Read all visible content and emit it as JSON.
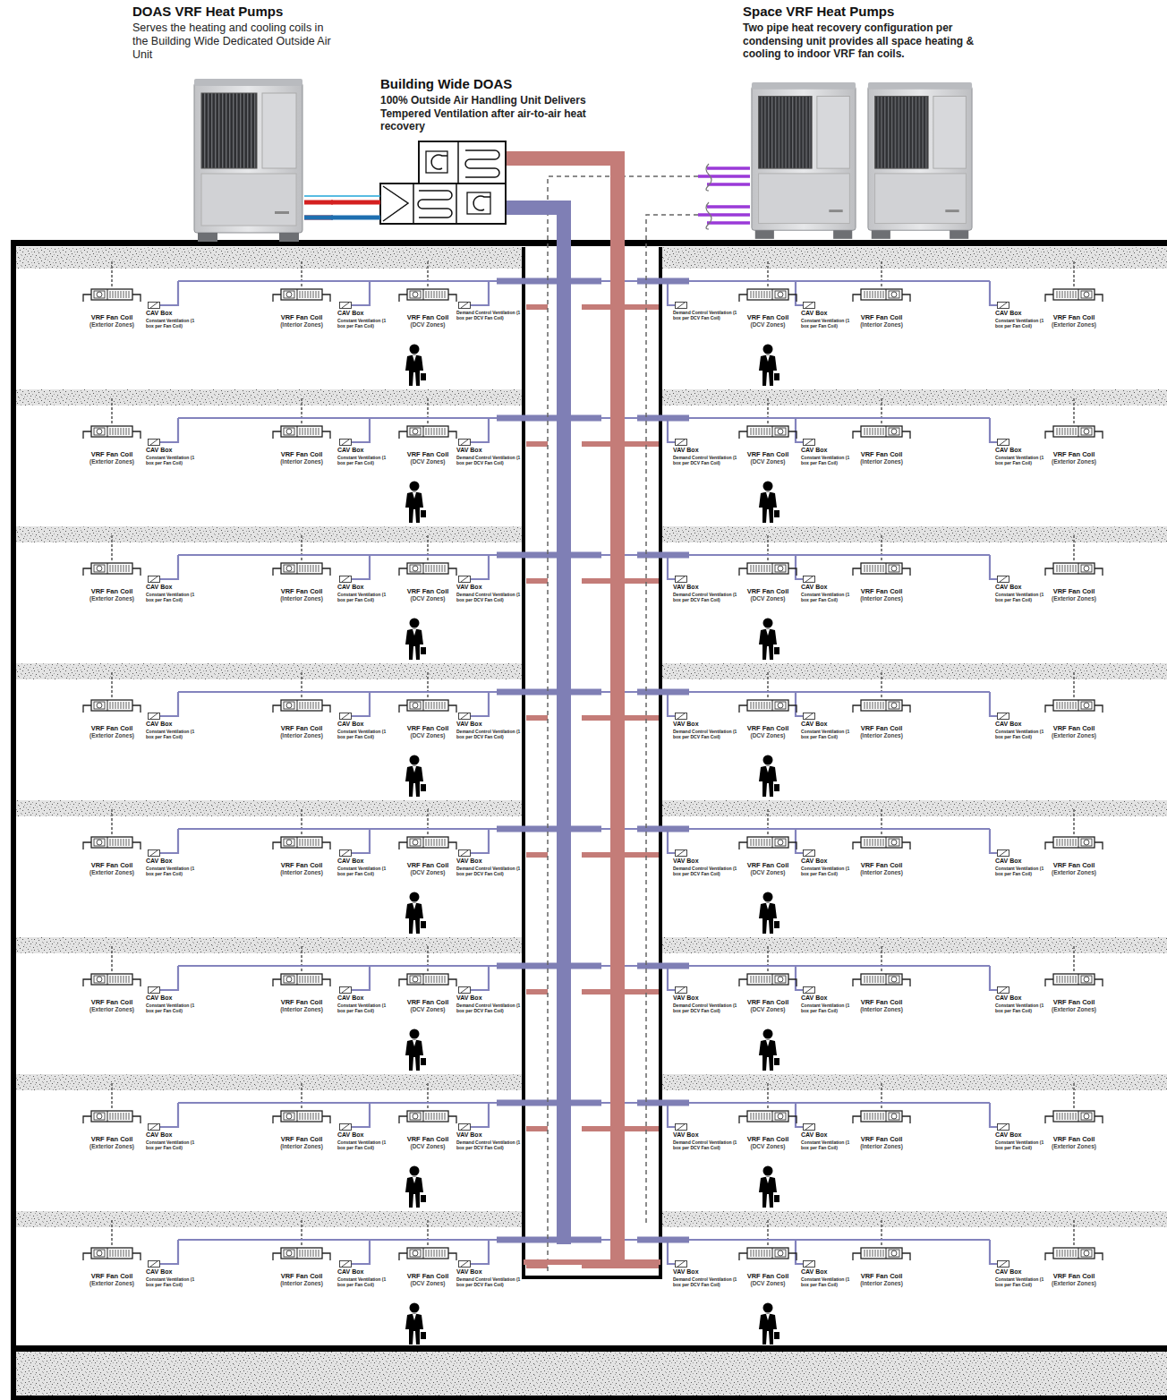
{
  "diagram": {
    "nodes": [
      {
        "text": [
          "DOAS VRF Heat Pumps",
          "Serves the heating and cooling coils in the Building Wide Dedicated Outside Air Unit"
        ]
      },
      {
        "text": [
          "Building Wide DOAS",
          "100% Outside Air Handling Unit Delivers Tempered Ventilation after air-to-air heat recovery"
        ]
      },
      {
        "text": [
          "Space VRF Heat Pumps",
          "Two pipe heat recovery configuration per condensing unit provides all space heating & cooling to indoor VRF fan coils."
        ]
      },
      {
        "text": [
          "VRF Fan Coil",
          "(Exterior Zones)"
        ]
      },
      {
        "text": [
          "CAV Box",
          "Constant Ventilation (1 box per Fan Coil)"
        ]
      },
      {
        "text": [
          "VRF Fan Coil",
          "(Interior Zones)"
        ]
      },
      {
        "text": [
          "CAV Box",
          "Constant Ventilation (1 box per Fan Coil)"
        ]
      },
      {
        "text": [
          "VRF Fan Coil",
          "(DCV Zones)"
        ]
      },
      {
        "text": [
          "Demand Control Ventilation (1 box per DCV Fan Coil)"
        ]
      },
      {
        "text": [
          "Demand Control Ventilation (1 box per DCV Fan Coil)"
        ]
      },
      {
        "text": [
          "VRF Fan Coil",
          "(DCV Zones)"
        ]
      },
      {
        "text": [
          "CAV Box",
          "Constant Ventilation (1 box per Fan Coil)"
        ]
      },
      {
        "text": [
          "VRF Fan Coil",
          "(Interior Zones)"
        ]
      },
      {
        "text": [
          "CAV Box",
          "Constant Ventilation (1 box per Fan Coil)"
        ]
      },
      {
        "text": [
          "VRF Fan Coil",
          "(Exterior Zones)"
        ]
      },
      {
        "text": [
          "VRF Fan Coil",
          "(Exterior Zones)"
        ]
      },
      {
        "text": [
          "CAV Box",
          "Constant Ventilation (1 box per Fan Coil)"
        ]
      },
      {
        "text": [
          "VRF Fan Coil",
          "(Interior Zones)"
        ]
      },
      {
        "text": [
          "CAV Box",
          "Constant Ventilation (1 box per Fan Coil)"
        ]
      },
      {
        "text": [
          "VRF Fan Coil",
          "(DCV Zones)"
        ]
      },
      {
        "text": [
          "VAV Box",
          "Demand Control Ventilation (1 box per DCV Fan Coil)"
        ]
      },
      {
        "text": [
          "VAV Box",
          "Demand Control Ventilation (1 box per DCV Fan Coil)"
        ]
      },
      {
        "text": [
          "VRF Fan Coil",
          "(DCV Zones)"
        ]
      },
      {
        "text": [
          "CAV Box",
          "Constant Ventilation (1 box per Fan Coil)"
        ]
      },
      {
        "text": [
          "VRF Fan Coil",
          "(Interior Zones)"
        ]
      },
      {
        "text": [
          "CAV Box",
          "Constant Ventilation (1 box per Fan Coil)"
        ]
      },
      {
        "text": [
          "VRF Fan Coil",
          "(Exterior Zones)"
        ]
      },
      {
        "text": [
          "VRF Fan Coil",
          "(Exterior Zones)"
        ]
      },
      {
        "text": [
          "CAV Box",
          "Constant Ventilation (1 box per Fan Coil)"
        ]
      },
      {
        "text": [
          "VRF Fan Coil",
          "(Interior Zones)"
        ]
      },
      {
        "text": [
          "CAV Box",
          "Constant Ventilation (1 box per Fan Coil)"
        ]
      },
      {
        "text": [
          "VRF Fan Coil",
          "(DCV Zones)"
        ]
      },
      {
        "text": [
          "VAV Box",
          "Demand Control Ventilation (1 box per DCV Fan Coil)"
        ]
      },
      {
        "text": [
          "VAV Box",
          "Demand Control Ventilation (1 box per DCV Fan Coil)"
        ]
      },
      {
        "text": [
          "VRF Fan Coil",
          "(DCV Zones)"
        ]
      },
      {
        "text": [
          "CAV Box",
          "Constant Ventilation (1 box per Fan Coil)"
        ]
      },
      {
        "text": [
          "VRF Fan Coil",
          "(Interior Zones)"
        ]
      },
      {
        "text": [
          "CAV Box",
          "Constant Ventilation (1 box per Fan Coil)"
        ]
      },
      {
        "text": [
          "VRF Fan Coil",
          "(Exterior Zones)"
        ]
      },
      {
        "text": [
          "VRF Fan Coil",
          "(Exterior Zones)"
        ]
      },
      {
        "text": [
          "CAV Box",
          "Constant Ventilation (1 box per Fan Coil)"
        ]
      },
      {
        "text": [
          "VRF Fan Coil",
          "(Interior Zones)"
        ]
      },
      {
        "text": [
          "CAV Box",
          "Constant Ventilation (1 box per Fan Coil)"
        ]
      },
      {
        "text": [
          "VRF Fan Coil",
          "(DCV Zones)"
        ]
      },
      {
        "text": [
          "VAV Box",
          "Demand Control Ventilation (1 box per DCV Fan Coil)"
        ]
      },
      {
        "text": [
          "VAV Box",
          "Demand Control Ventilation (1 box per DCV Fan Coil)"
        ]
      },
      {
        "text": [
          "VRF Fan Coil",
          "(DCV Zones)"
        ]
      },
      {
        "text": [
          "CAV Box",
          "Constant Ventilation (1 box per Fan Coil)"
        ]
      },
      {
        "text": [
          "VRF Fan Coil",
          "(Interior Zones)"
        ]
      },
      {
        "text": [
          "CAV Box",
          "Constant Ventilation (1 box per Fan Coil)"
        ]
      },
      {
        "text": [
          "VRF Fan Coil",
          "(Exterior Zones)"
        ]
      },
      {
        "text": [
          "VRF Fan Coil",
          "(Exterior Zones)"
        ]
      },
      {
        "text": [
          "CAV Box",
          "Constant Ventilation (1 box per Fan Coil)"
        ]
      },
      {
        "text": [
          "VRF Fan Coil",
          "(Interior Zones)"
        ]
      },
      {
        "text": [
          "CAV Box",
          "Constant Ventilation (1 box per Fan Coil)"
        ]
      },
      {
        "text": [
          "VRF Fan Coil",
          "(DCV Zones)"
        ]
      },
      {
        "text": [
          "VAV Box",
          "Demand Control Ventilation (1 box per DCV Fan Coil)"
        ]
      },
      {
        "text": [
          "VAV Box",
          "Demand Control Ventilation (1 box per DCV Fan Coil)"
        ]
      },
      {
        "text": [
          "VRF Fan Coil",
          "(DCV Zones)"
        ]
      },
      {
        "text": [
          "CAV Box",
          "Constant Ventilation (1 box per Fan Coil)"
        ]
      },
      {
        "text": [
          "VRF Fan Coil",
          "(Interior Zones)"
        ]
      },
      {
        "text": [
          "CAV Box",
          "Constant Ventilation (1 box per Fan Coil)"
        ]
      },
      {
        "text": [
          "VRF Fan Coil",
          "(Exterior Zones)"
        ]
      },
      {
        "text": [
          "VRF Fan Coil",
          "(Exterior Zones)"
        ]
      },
      {
        "text": [
          "CAV Box",
          "Constant Ventilation (1 box per Fan Coil)"
        ]
      },
      {
        "text": [
          "VRF Fan Coil",
          "(Interior Zones)"
        ]
      },
      {
        "text": [
          "CAV Box",
          "Constant Ventilation (1 box per Fan Coil)"
        ]
      },
      {
        "text": [
          "VRF Fan Coil",
          "(DCV Zones)"
        ]
      },
      {
        "text": [
          "VAV Box",
          "Demand Control Ventilation (1 box per DCV Fan Coil)"
        ]
      },
      {
        "text": [
          "VAV Box",
          "Demand Control Ventilation (1 box per DCV Fan Coil)"
        ]
      },
      {
        "text": [
          "VRF Fan Coil",
          "(DCV Zones)"
        ]
      },
      {
        "text": [
          "CAV Box",
          "Constant Ventilation (1 box per Fan Coil)"
        ]
      },
      {
        "text": [
          "VRF Fan Coil",
          "(Interior Zones)"
        ]
      },
      {
        "text": [
          "CAV Box",
          "Constant Ventilation (1 box per Fan Coil)"
        ]
      },
      {
        "text": [
          "VRF Fan Coil",
          "(Exterior Zones)"
        ]
      },
      {
        "text": [
          "VRF Fan Coil",
          "(Exterior Zones)"
        ]
      },
      {
        "text": [
          "CAV Box",
          "Constant Ventilation (1 box per Fan Coil)"
        ]
      },
      {
        "text": [
          "VRF Fan Coil",
          "(Interior Zones)"
        ]
      },
      {
        "text": [
          "CAV Box",
          "Constant Ventilation (1 box per Fan Coil)"
        ]
      },
      {
        "text": [
          "VRF Fan Coil",
          "(DCV Zones)"
        ]
      },
      {
        "text": [
          "VAV Box",
          "Demand Control Ventilation (1 box per DCV Fan Coil)"
        ]
      },
      {
        "text": [
          "VAV Box",
          "Demand Control Ventilation (1 box per DCV Fan Coil)"
        ]
      },
      {
        "text": [
          "VRF Fan Coil",
          "(DCV Zones)"
        ]
      },
      {
        "text": [
          "CAV Box",
          "Constant Ventilation (1 box per Fan Coil)"
        ]
      },
      {
        "text": [
          "VRF Fan Coil",
          "(Interior Zones)"
        ]
      },
      {
        "text": [
          "CAV Box",
          "Constant Ventilation (1 box per Fan Coil)"
        ]
      },
      {
        "text": [
          "VRF Fan Coil",
          "(Exterior Zones)"
        ]
      },
      {
        "text": [
          "VRF Fan Coil",
          "(Exterior Zones)"
        ]
      },
      {
        "text": [
          "CAV Box",
          "Constant Ventilation (1 box per Fan Coil)"
        ]
      },
      {
        "text": [
          "VRF Fan Coil",
          "(Interior Zones)"
        ]
      },
      {
        "text": [
          "CAV Box",
          "Constant Ventilation (1 box per Fan Coil)"
        ]
      },
      {
        "text": [
          "VRF Fan Coil",
          "(DCV Zones)"
        ]
      },
      {
        "text": [
          "VAV Box",
          "Demand Control Ventilation (1 box per DCV Fan Coil)"
        ]
      },
      {
        "text": [
          "VAV Box",
          "Demand Control Ventilation (1 box per DCV Fan Coil)"
        ]
      },
      {
        "text": [
          "VRF Fan Coil",
          "(DCV Zones)"
        ]
      },
      {
        "text": [
          "CAV Box",
          "Constant Ventilation (1 box per Fan Coil)"
        ]
      },
      {
        "text": [
          "VRF Fan Coil",
          "(Interior Zones)"
        ]
      },
      {
        "text": [
          "CAV Box",
          "Constant Ventilation (1 box per Fan Coil)"
        ]
      },
      {
        "text": [
          "VRF Fan Coil",
          "(Exterior Zones)"
        ]
      }
    ],
    "edges": [
      {
        "from": 0,
        "to": 1,
        "arrow": "none"
      },
      {
        "from": 0,
        "to": 1,
        "arrow": "none"
      }
    ]
  }
}
